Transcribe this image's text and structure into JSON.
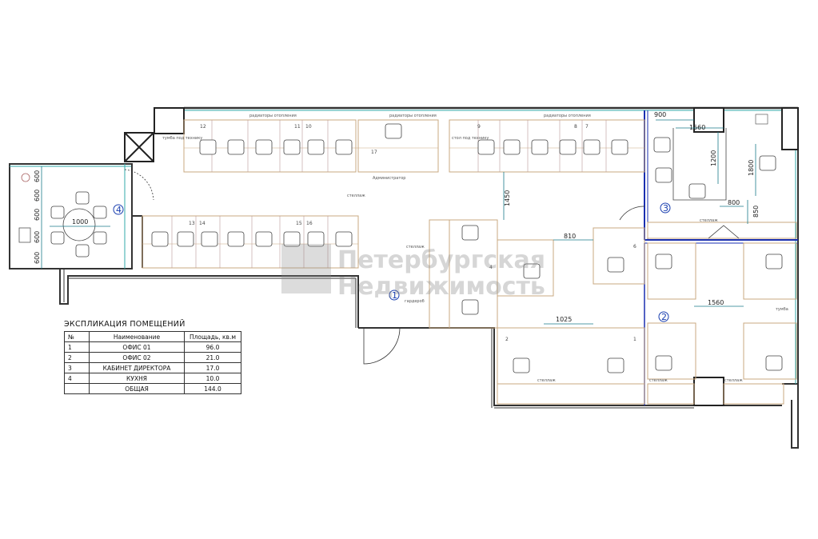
{
  "plan": {
    "labels": {
      "radiators": "радиаторы отопления",
      "shelving": "стеллаж",
      "wardrobe": "гардероб",
      "admin": "Администратор",
      "pedestal_tv": "тумба под технику",
      "table_tv": "стол под технику",
      "pedestal": "тумба"
    },
    "room_numbers": [
      "1",
      "2",
      "3",
      "4"
    ],
    "dimensions": {
      "d600": "600",
      "d1000": "1000",
      "d1450": "1450",
      "d810": "810",
      "d1025": "1025",
      "d1560": "1560",
      "d900": "900",
      "d1200": "1200",
      "d1800": "1800",
      "d800": "800",
      "d850": "850"
    },
    "desk_numbers": [
      "12",
      "11",
      "10",
      "9",
      "8",
      "7",
      "13",
      "14",
      "15",
      "16",
      "17",
      "2",
      "1",
      "4",
      "6"
    ],
    "watermark_line1": "Петербургская",
    "watermark_line2": "Недвижимость"
  },
  "legend": {
    "title": "ЭКСПЛИКАЦИЯ  ПОМЕЩЕНИЙ",
    "headers": [
      "№",
      "Наименование",
      "Площадь, кв.м"
    ],
    "rows": [
      {
        "no": "1",
        "name": "ОФИС 01",
        "area": "96.0"
      },
      {
        "no": "2",
        "name": "ОФИС 02",
        "area": "21.0"
      },
      {
        "no": "3",
        "name": "КАБИНЕТ ДИРЕКТОРА",
        "area": "17.0"
      },
      {
        "no": "4",
        "name": "КУХНЯ",
        "area": "10.0"
      },
      {
        "no": "",
        "name": "ОБЩАЯ",
        "area": "144.0"
      }
    ]
  }
}
